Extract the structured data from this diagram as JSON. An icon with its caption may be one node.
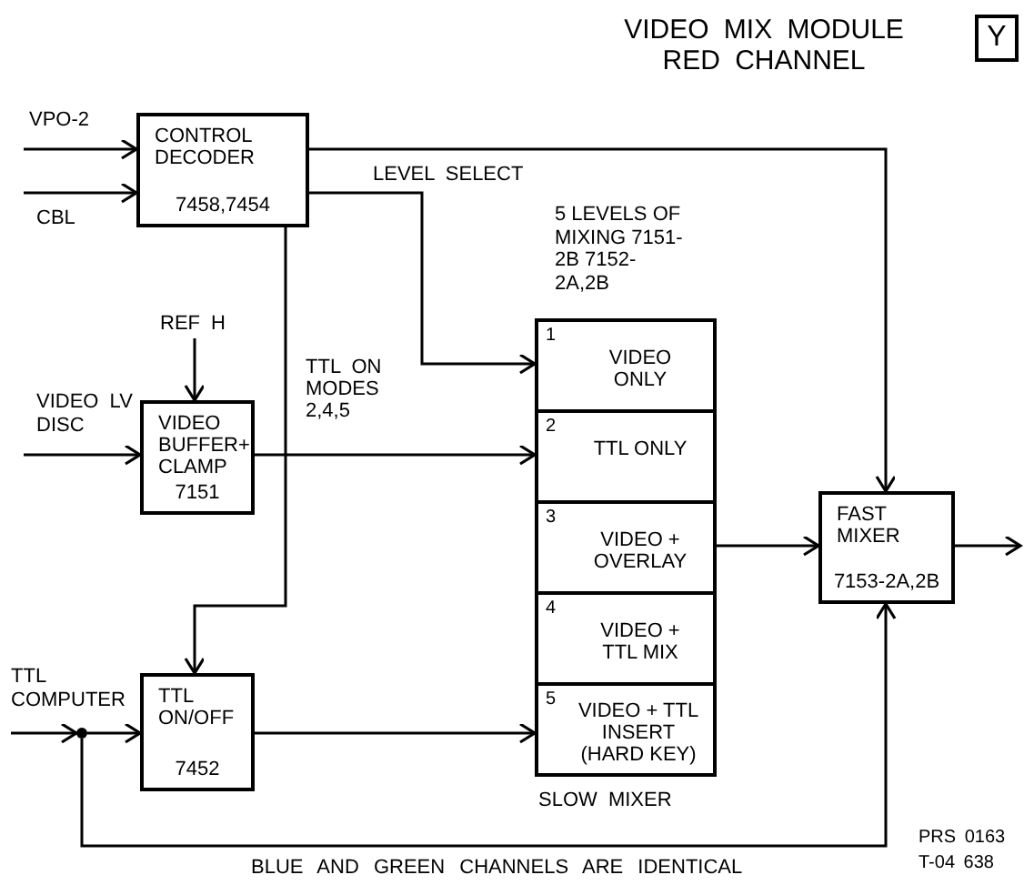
{
  "diagram": {
    "title": "VIDEO MIX MODULE RED CHANNEL",
    "nodes": [
      {
        "text": [
          "Y"
        ]
      },
      {
        "text": [
          "CONTROL DECODER",
          "7458,7454"
        ]
      },
      {
        "text": [
          "VIDEO BUFFER+ CLAMP",
          "7151"
        ]
      },
      {
        "text": [
          "TTL ON/OFF",
          "7452"
        ]
      },
      {
        "text": [
          "5 LEVELS OF MIXING 7151-2B 7152-2A,2B",
          "SLOW MIXER"
        ]
      },
      {
        "text": [
          "1",
          "VIDEO ONLY"
        ],
        "in": 4
      },
      {
        "text": [
          "2",
          "TTL ONLY"
        ],
        "in": 4
      },
      {
        "text": [
          "3",
          "VIDEO + OVERLAY"
        ],
        "in": 4
      },
      {
        "text": [
          "4",
          "VIDEO + TTL MIX"
        ],
        "in": 4
      },
      {
        "text": [
          "5",
          "VIDEO + TTL INSERT (HARD KEY)"
        ],
        "in": 4
      },
      {
        "text": [
          "FAST MIXER",
          "7153-2A,2B"
        ]
      },
      {
        "text": [],
        "shape": "circle"
      },
      {
        "text": [
          "VPO-2"
        ]
      },
      {
        "text": [
          "CBL"
        ]
      },
      {
        "text": [
          "REF H"
        ]
      },
      {
        "text": [
          "VIDEO LV DISC"
        ]
      },
      {
        "text": [
          "TTL COMPUTER"
        ]
      }
    ],
    "edges": [
      {
        "from": 12,
        "to": 1,
        "arrow": "to"
      },
      {
        "from": 13,
        "to": 1,
        "arrow": "to"
      },
      {
        "from": 1,
        "to": 10,
        "arrow": "to"
      },
      {
        "from": 1,
        "to": 5,
        "arrow": "to",
        "label": "LEVEL SELECT"
      },
      {
        "from": 1,
        "to": 3,
        "arrow": "to",
        "label": "TTL ON MODES 2,4,5"
      },
      {
        "from": 2,
        "to": 6,
        "arrow": "to"
      },
      {
        "from": 14,
        "to": 2,
        "arrow": "to"
      },
      {
        "from": 15,
        "to": 2,
        "arrow": "to"
      },
      {
        "from": 16,
        "to": 11,
        "arrow": "to"
      },
      {
        "from": 11,
        "to": 3,
        "arrow": "to"
      },
      {
        "from": 11,
        "to": 10,
        "arrow": "to"
      },
      {
        "from": 3,
        "to": 9,
        "arrow": "to"
      },
      {
        "from": 7,
        "to": 10,
        "arrow": "to"
      },
      {
        "from": 10,
        "to": null,
        "arrow": "to"
      }
    ],
    "labels": [
      "BLUE AND GREEN CHANNELS ARE IDENTICAL",
      "PRS 0163",
      "T-04 638"
    ]
  }
}
